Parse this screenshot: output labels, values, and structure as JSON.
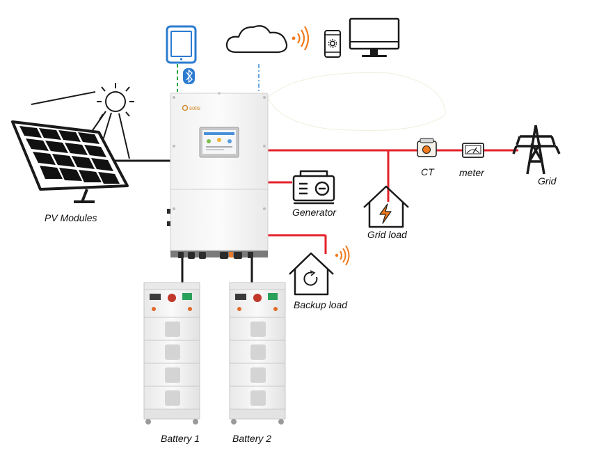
{
  "labels": {
    "pv_modules": "PV Modules",
    "generator": "Generator",
    "grid_load": "Grid load",
    "backup_load": "Backup load",
    "ct": "CT",
    "meter": "meter",
    "grid": "Grid",
    "battery_1": "Battery 1",
    "battery_2": "Battery 2",
    "inverter_brand": "solis"
  },
  "colors": {
    "power_line": "#e4222a",
    "dc_line": "#1a1a1a",
    "bluetooth_line": "#27a644",
    "wifi_line": "#3a8fd8",
    "icon_blue": "#2b7bd0",
    "wifi_signal": "#f07a1c"
  },
  "icons": [
    "tablet-icon",
    "bluetooth-icon",
    "cloud-icon",
    "wifi-signal-icon",
    "phone-icon",
    "monitor-icon",
    "sun-icon",
    "solar-panel-icon",
    "generator-icon",
    "house-bolt-icon",
    "house-backup-icon",
    "ct-icon",
    "meter-icon",
    "transmission-tower-icon"
  ]
}
